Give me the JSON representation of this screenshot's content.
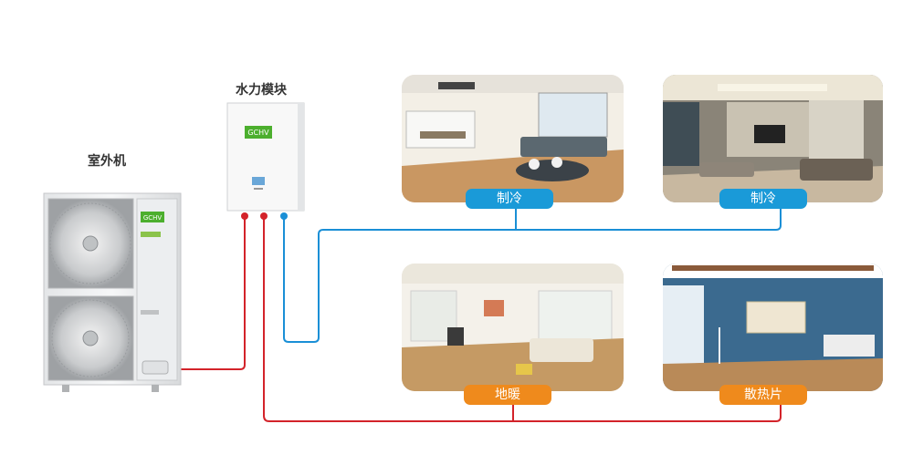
{
  "labels": {
    "outdoor_unit": "室外机",
    "hydro_module": "水力模块"
  },
  "brand": "GCHV",
  "rooms": [
    {
      "id": "living-room",
      "tag": "制冷",
      "mode": "cool"
    },
    {
      "id": "hall",
      "tag": "制冷",
      "mode": "cool"
    },
    {
      "id": "lounge",
      "tag": "地暖",
      "mode": "warm"
    },
    {
      "id": "radiator-room",
      "tag": "散热片",
      "mode": "warm"
    }
  ],
  "colors": {
    "cooling_pipe": "#1a8fd6",
    "heating_pipe": "#d3232a",
    "cool_tag": "#1a9ad8",
    "warm_tag": "#ef8a1c",
    "brand_green": "#4caf2e"
  }
}
